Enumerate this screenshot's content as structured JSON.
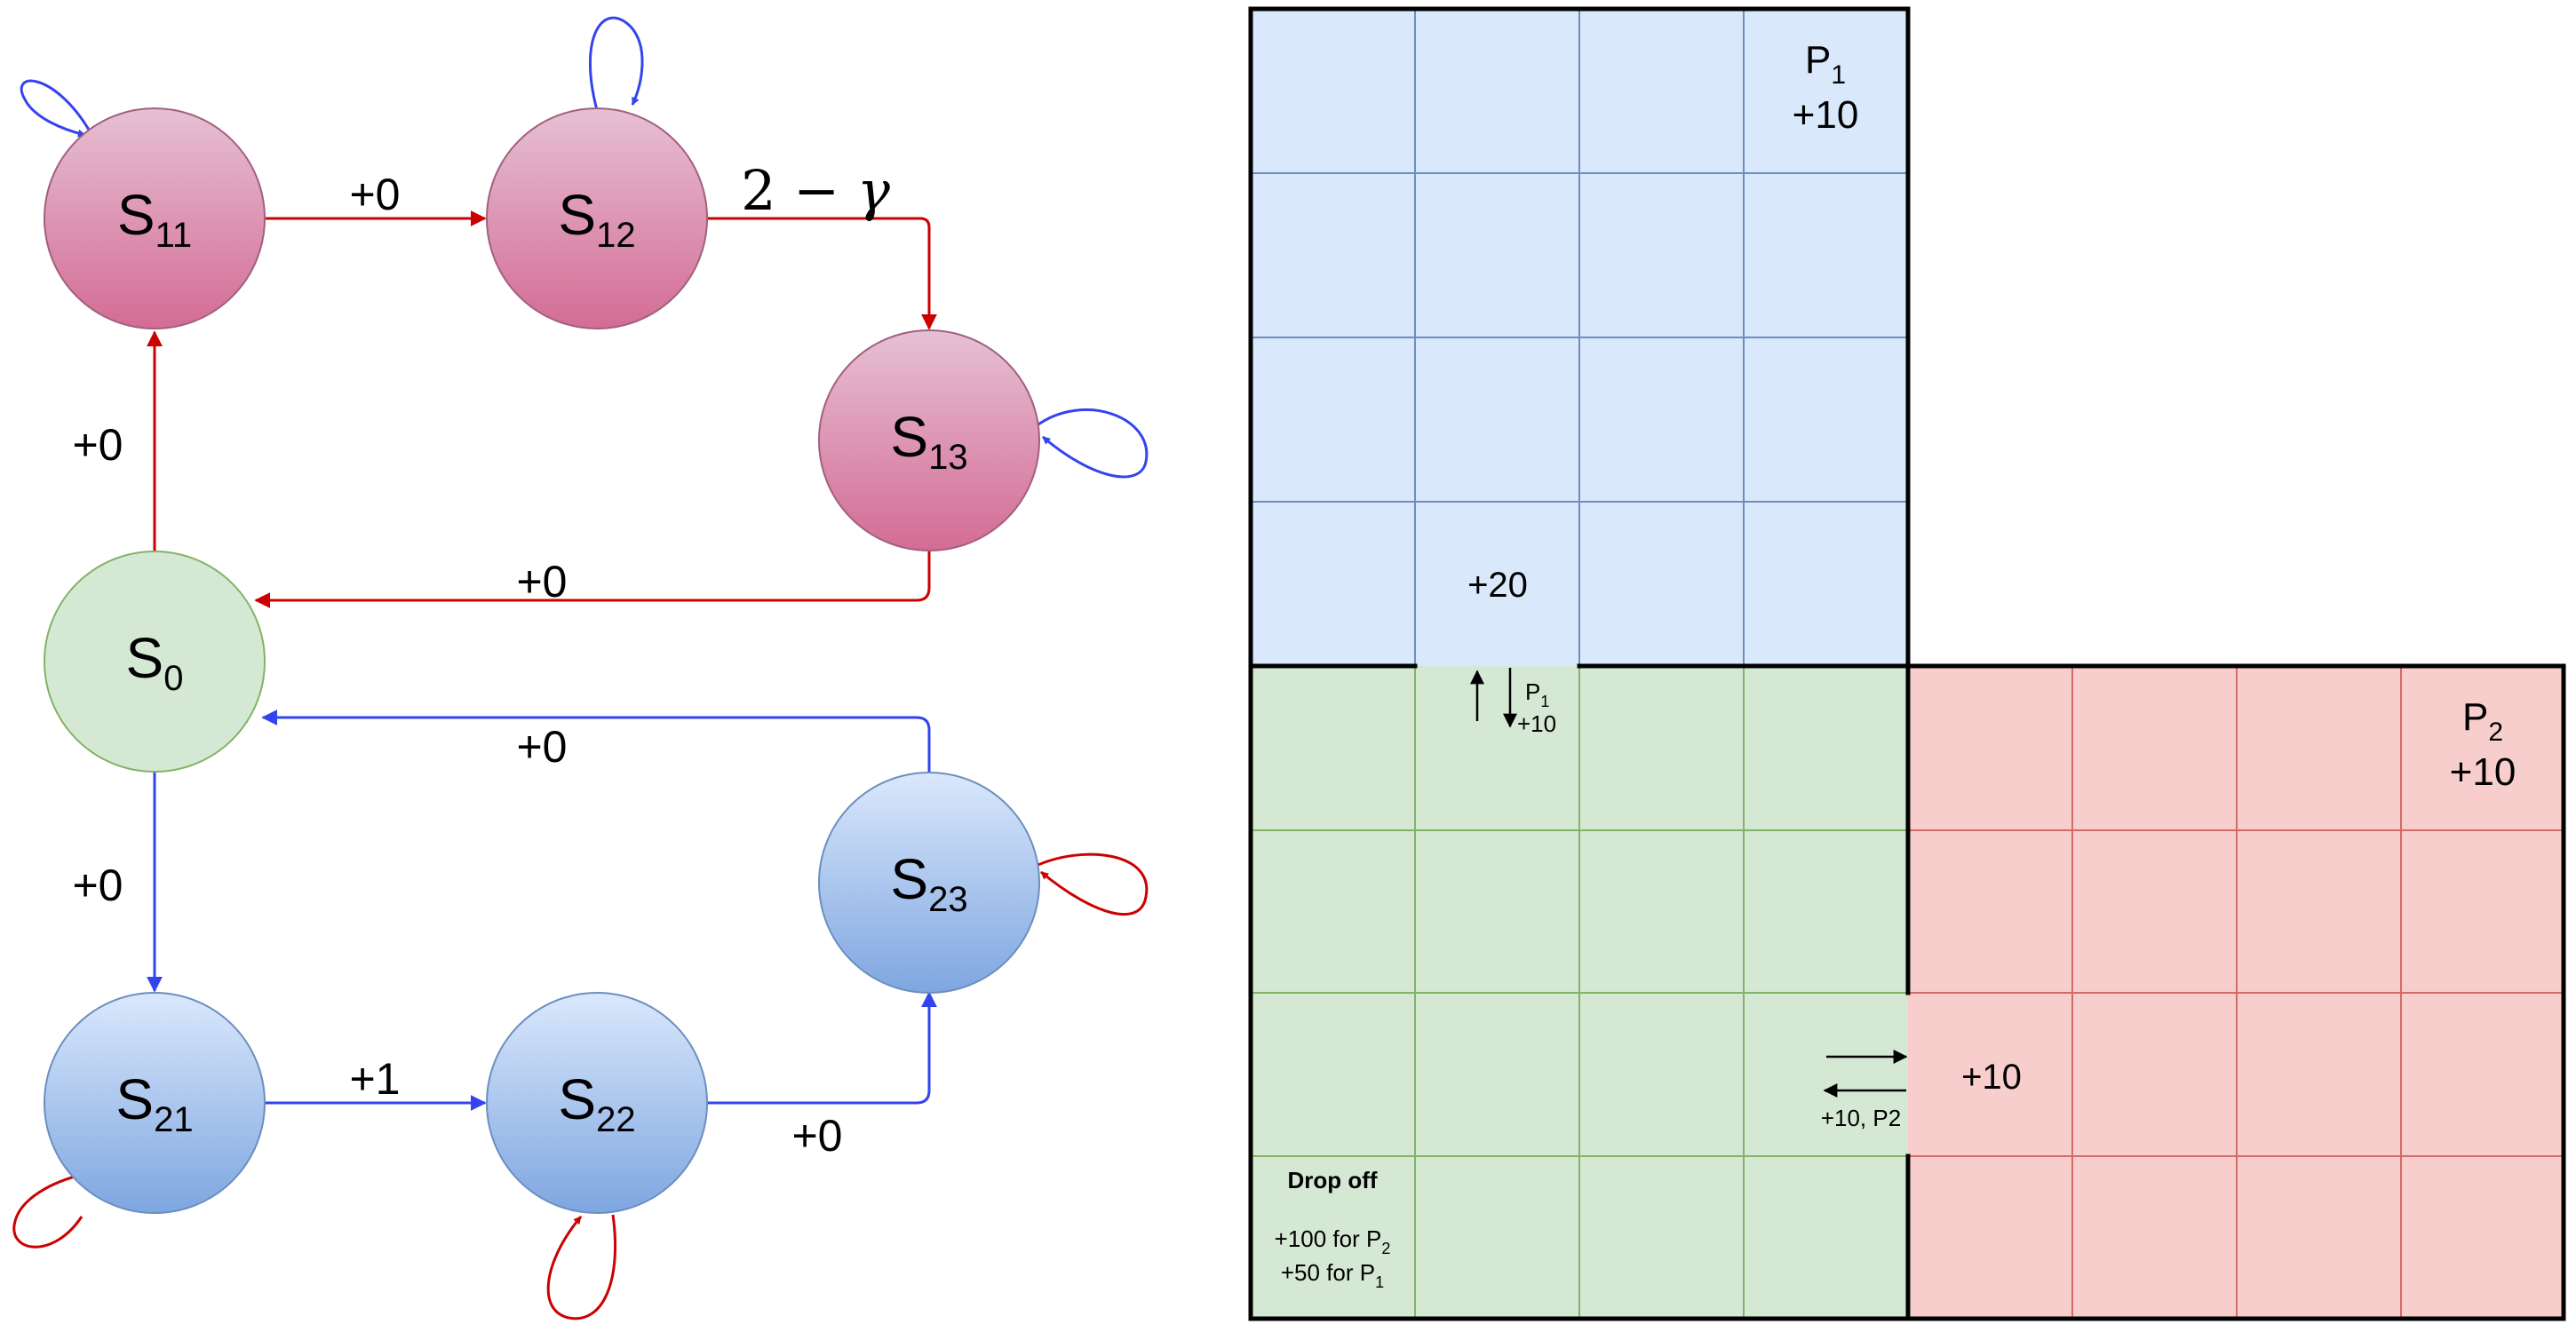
{
  "colors": {
    "red": "#cc0000",
    "blue": "#3344ee",
    "pink_top": "#e6c0d4",
    "pink_bottom": "#d46c94",
    "pink_stroke": "#a0607e",
    "green_fill": "#d5e8d4",
    "green_stroke": "#82b366",
    "blue_top": "#dae8fc",
    "blue_bottom": "#7ea6e0",
    "blue_stroke": "#6c8ebf",
    "zone_p1": "#dae8fc",
    "zone_p1_line": "#6c8ebf",
    "zone_green": "#d5e8d4",
    "zone_green_line": "#82b366",
    "zone_p2": "#f8cecc",
    "zone_p2_line": "#d36a6a"
  },
  "mdp": {
    "states": {
      "s11": {
        "base": "S",
        "sub": "11"
      },
      "s12": {
        "base": "S",
        "sub": "12"
      },
      "s13": {
        "base": "S",
        "sub": "13"
      },
      "s0": {
        "base": "S",
        "sub": "0"
      },
      "s21": {
        "base": "S",
        "sub": "21"
      },
      "s22": {
        "base": "S",
        "sub": "22"
      },
      "s23": {
        "base": "S",
        "sub": "23"
      }
    },
    "edge_labels": {
      "s11_s12": "+0",
      "s12_s13_num": "2 − ",
      "s12_s13_gamma": "γ",
      "s0_s11": "+0",
      "s13_s0": "+0",
      "s23_s0": "+0",
      "s0_s21": "+0",
      "s21_s22": "+1",
      "s22_s23": "+0"
    }
  },
  "grid": {
    "p1": {
      "name": "P",
      "sub": "1",
      "reward": "+10"
    },
    "p2": {
      "name": "P",
      "sub": "2",
      "reward": "+10"
    },
    "bonus_20": "+20",
    "door_top": {
      "name": "P",
      "sub": "1",
      "reward": "+10"
    },
    "bonus_10": "+10",
    "door_right": "+10, P2",
    "drop_off": {
      "title": "Drop off",
      "p2_line": "+100 for P",
      "p2_sub": "2",
      "p1_line": "+50 for P",
      "p1_sub": "1"
    }
  }
}
